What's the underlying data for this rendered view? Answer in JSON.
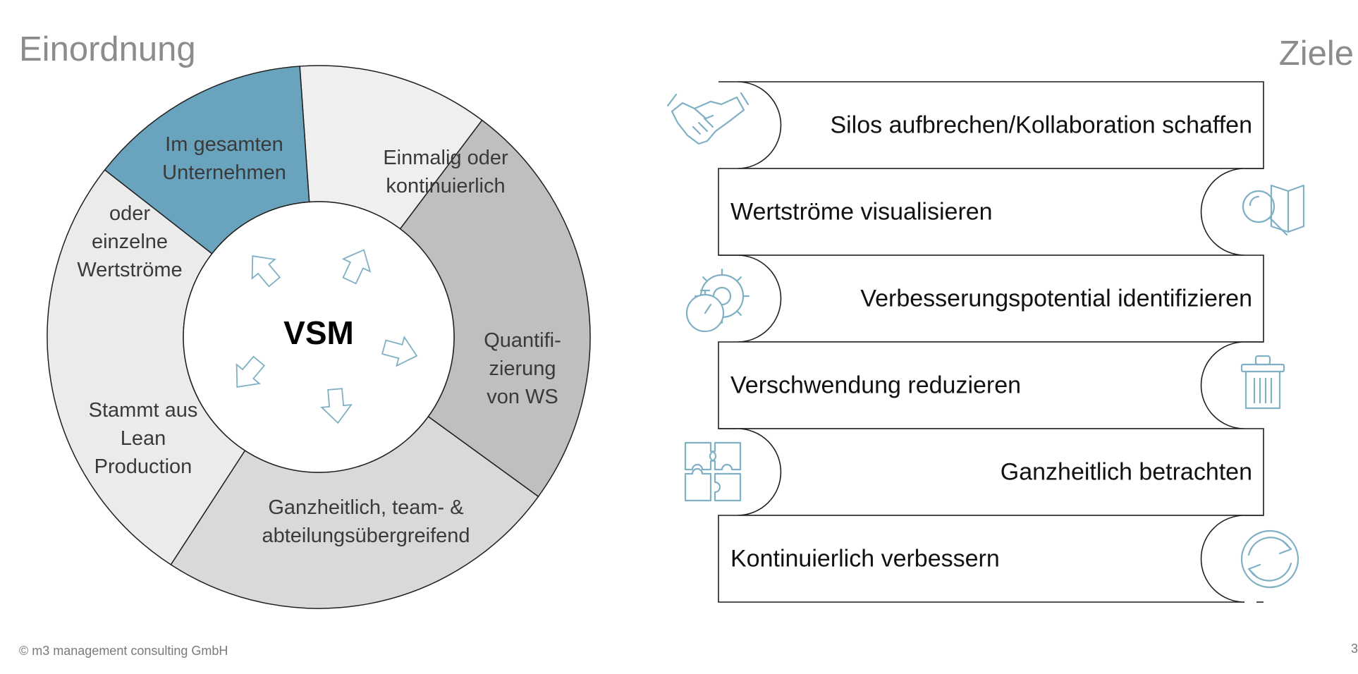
{
  "left_title": "Einordnung",
  "right_title": "Ziele",
  "center_label": "VSM",
  "segments": [
    {
      "lines": [
        "Im gesamten",
        "Unternehmen"
      ],
      "extra_lines": [
        "oder",
        "einzelne",
        "Wertströme"
      ],
      "fill": "#efefef"
    },
    {
      "lines": [
        "Einmalig oder",
        "kontinuierlich"
      ],
      "fill": "#bfbfbf"
    },
    {
      "lines": [
        "Quantifi-",
        "zierung",
        "von WS"
      ],
      "fill": "#d9d9d9"
    },
    {
      "lines": [
        "Ganzheitlich, team- &",
        "abteilungsübergreifend"
      ],
      "fill": "#ebebeb"
    },
    {
      "lines": [
        "Stammt aus",
        "Lean",
        "Production"
      ],
      "fill": "#6aa3bd"
    }
  ],
  "goals": [
    {
      "text": "Silos aufbrechen/Kollaboration schaffen",
      "icon": "handshake-icon",
      "side": "left"
    },
    {
      "text": "Wertströme visualisieren",
      "icon": "map-search-icon",
      "side": "right"
    },
    {
      "text": "Verbesserungspotential identifizieren",
      "icon": "stopwatch-gear-icon",
      "side": "left"
    },
    {
      "text": "Verschwendung reduzieren",
      "icon": "trash-icon",
      "side": "right"
    },
    {
      "text": "Ganzheitlich betrachten",
      "icon": "puzzle-icon",
      "side": "left"
    },
    {
      "text": "Kontinuierlich verbessern",
      "icon": "refresh-icon",
      "side": "right"
    }
  ],
  "colors": {
    "accent": "#6aa3bd",
    "icon": "#7fb0c4",
    "text": "#3a3a3a",
    "title": "#8c8c8c"
  },
  "footer": "© m3 management consulting GmbH",
  "page_number": "3"
}
